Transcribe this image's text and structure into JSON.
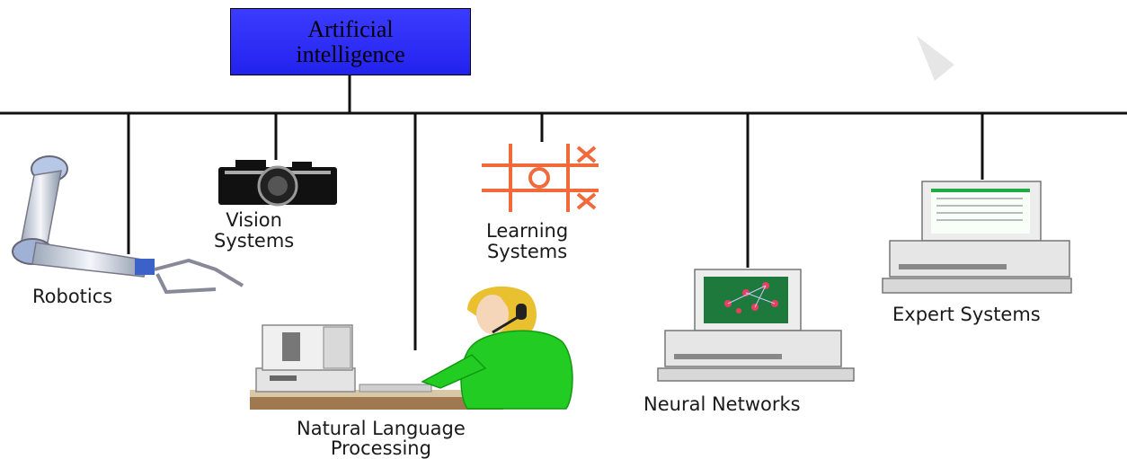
{
  "root": {
    "line1": "Artificial",
    "line2": "intelligence"
  },
  "branches": {
    "robotics": {
      "label": "Robotics"
    },
    "vision": {
      "line1": "Vision",
      "line2": "Systems"
    },
    "nlp": {
      "line1": "Natural Language",
      "line2": "Processing"
    },
    "learning": {
      "line1": "Learning",
      "line2": "Systems"
    },
    "neural": {
      "label": "Neural Networks"
    },
    "expert": {
      "label": "Expert Systems"
    }
  },
  "colors": {
    "root_fill": "#2a2af0",
    "connector": "#111111",
    "learning_icon": "#f06a3c",
    "person_shirt": "#22cc22",
    "hair": "#e8c030"
  }
}
